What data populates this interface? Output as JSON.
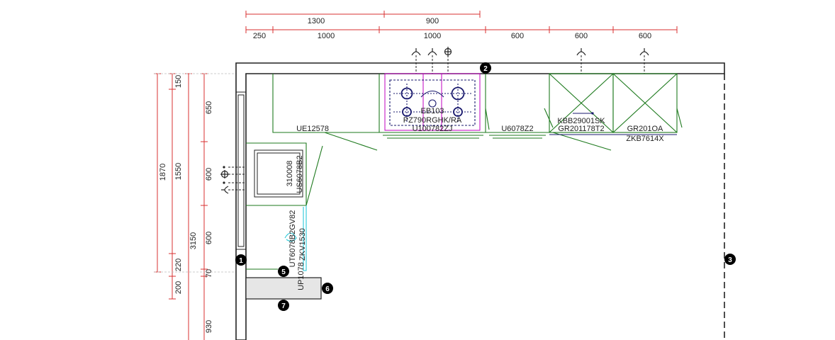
{
  "dimensions_top_row1": [
    "1300",
    "900"
  ],
  "dimensions_top_row2": [
    "250",
    "1000",
    "1000",
    "600",
    "600",
    "600"
  ],
  "dimensions_left_col1": [
    "150",
    "650",
    "600",
    "600",
    "220",
    "70",
    "200",
    "930"
  ],
  "dimensions_left_col2": [
    "1870",
    "1550"
  ],
  "dimensions_left_col3": [
    "3150"
  ],
  "cabinet_labels": {
    "ue12578": "UE12578",
    "u6078z2": "U6078Z2",
    "kbb": "KBB29001SK",
    "gr201178t2": "GR201178T2",
    "gr201oa": "GR201OA",
    "zkb": "ZKB7614X",
    "eb103": "EB103",
    "pz": "PZ790RGHK/RA",
    "u1007": "U100782ZJ",
    "m310008": "310008",
    "us6078b2": "US6078B2",
    "ut6078": "UT6078B2GV82",
    "zkv": "ZKV1530",
    "up1078": "UP1078"
  },
  "markers": [
    "1",
    "2",
    "3",
    "5",
    "6",
    "7"
  ],
  "colors": {
    "dimension_line": "#d93030",
    "cabinet_line": "#1e7a1e",
    "appliance_line": "#1a1a6e",
    "hob_outline": "#c000c0",
    "accent_cyan": "#28c8d8",
    "wall_fill": "#ffffff",
    "wall_stroke": "#222222",
    "worktop_fill": "#e6e6e6",
    "marker_fill": "#000000"
  }
}
